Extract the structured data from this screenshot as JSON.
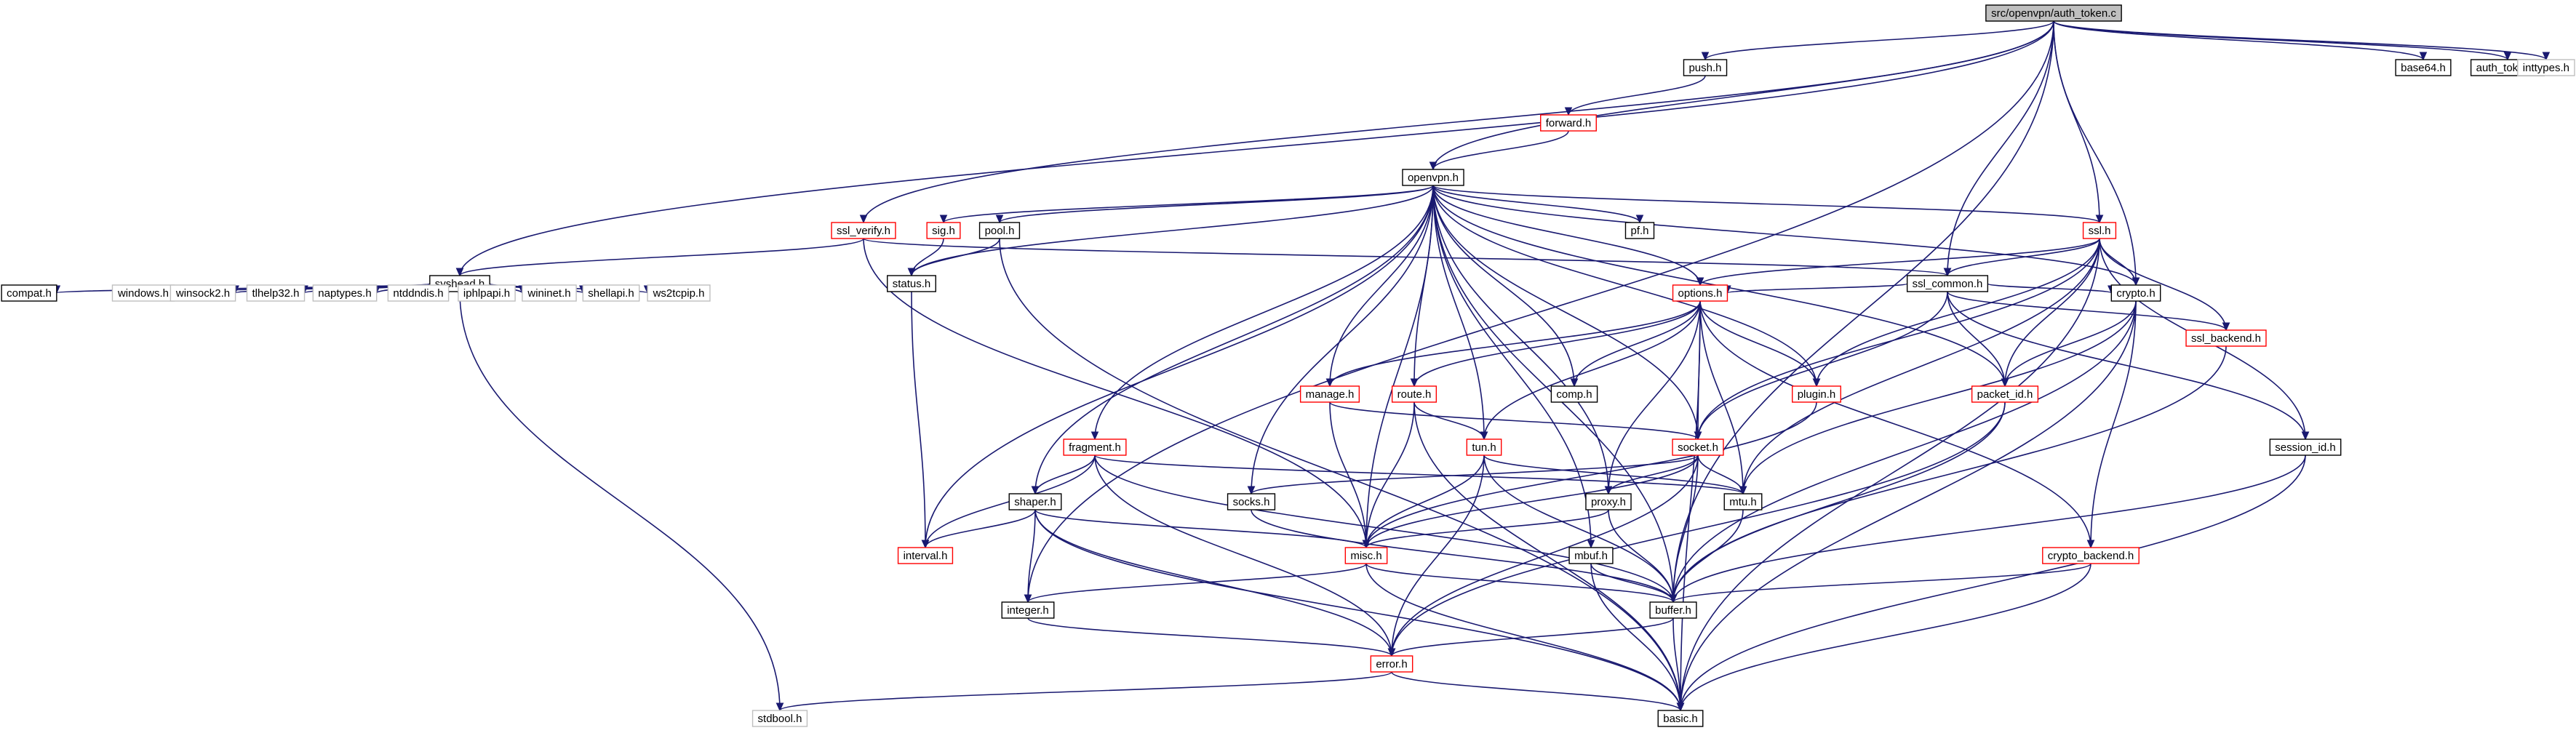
{
  "colors": {
    "edge": "#191970",
    "root_fill": "#bfbfbf",
    "documented_border": "#000000",
    "truncated_border": "#ff0000",
    "external_border": "#bfbfbf",
    "background": "#ffffff"
  },
  "nodes": [
    {
      "id": "auth_token_c",
      "label": "src/openvpn/auth_token.c",
      "kind": "root"
    },
    {
      "id": "push_h",
      "label": "push.h",
      "kind": "documented"
    },
    {
      "id": "base64_h",
      "label": "base64.h",
      "kind": "documented"
    },
    {
      "id": "auth_token_h",
      "label": "auth_token.h",
      "kind": "documented"
    },
    {
      "id": "inttypes_h",
      "label": "inttypes.h",
      "kind": "external"
    },
    {
      "id": "forward_h",
      "label": "forward.h",
      "kind": "truncated"
    },
    {
      "id": "openvpn_h",
      "label": "openvpn.h",
      "kind": "documented"
    },
    {
      "id": "ssl_verify_h",
      "label": "ssl_verify.h",
      "kind": "truncated"
    },
    {
      "id": "sig_h",
      "label": "sig.h",
      "kind": "truncated"
    },
    {
      "id": "pool_h",
      "label": "pool.h",
      "kind": "documented"
    },
    {
      "id": "pf_h",
      "label": "pf.h",
      "kind": "documented"
    },
    {
      "id": "ssl_h",
      "label": "ssl.h",
      "kind": "truncated"
    },
    {
      "id": "syshead_h",
      "label": "syshead.h",
      "kind": "documented"
    },
    {
      "id": "status_h",
      "label": "status.h",
      "kind": "documented"
    },
    {
      "id": "ssl_common_h",
      "label": "ssl_common.h",
      "kind": "documented"
    },
    {
      "id": "compat_h",
      "label": "compat.h",
      "kind": "documented"
    },
    {
      "id": "windows_h",
      "label": "windows.h",
      "kind": "external"
    },
    {
      "id": "winsock2_h",
      "label": "winsock2.h",
      "kind": "external"
    },
    {
      "id": "tlhelp32_h",
      "label": "tlhelp32.h",
      "kind": "external"
    },
    {
      "id": "ntddndis_h",
      "label": "ntddndis.h",
      "kind": "external"
    },
    {
      "id": "iphlpapi_h",
      "label": "iphlpapi.h",
      "kind": "external"
    },
    {
      "id": "wininet_h",
      "label": "wininet.h",
      "kind": "external"
    },
    {
      "id": "shellapi_h",
      "label": "shellapi.h",
      "kind": "external"
    },
    {
      "id": "ws2tcpip_h",
      "label": "ws2tcpip.h",
      "kind": "external"
    },
    {
      "id": "naptypes_h",
      "label": "naptypes.h",
      "kind": "external"
    },
    {
      "id": "options_h",
      "label": "options.h",
      "kind": "truncated"
    },
    {
      "id": "crypto_h",
      "label": "crypto.h",
      "kind": "documented"
    },
    {
      "id": "ssl_backend_h",
      "label": "ssl_backend.h",
      "kind": "truncated"
    },
    {
      "id": "manage_h",
      "label": "manage.h",
      "kind": "truncated"
    },
    {
      "id": "route_h",
      "label": "route.h",
      "kind": "truncated"
    },
    {
      "id": "comp_h",
      "label": "comp.h",
      "kind": "documented"
    },
    {
      "id": "plugin_h",
      "label": "plugin.h",
      "kind": "truncated"
    },
    {
      "id": "packet_id_h",
      "label": "packet_id.h",
      "kind": "truncated"
    },
    {
      "id": "fragment_h",
      "label": "fragment.h",
      "kind": "truncated"
    },
    {
      "id": "tun_h",
      "label": "tun.h",
      "kind": "truncated"
    },
    {
      "id": "socket_h",
      "label": "socket.h",
      "kind": "truncated"
    },
    {
      "id": "session_id_h",
      "label": "session_id.h",
      "kind": "documented"
    },
    {
      "id": "shaper_h",
      "label": "shaper.h",
      "kind": "documented"
    },
    {
      "id": "socks_h",
      "label": "socks.h",
      "kind": "documented"
    },
    {
      "id": "proxy_h",
      "label": "proxy.h",
      "kind": "documented"
    },
    {
      "id": "mtu_h",
      "label": "mtu.h",
      "kind": "documented"
    },
    {
      "id": "interval_h",
      "label": "interval.h",
      "kind": "truncated"
    },
    {
      "id": "misc_h",
      "label": "misc.h",
      "kind": "truncated"
    },
    {
      "id": "mbuf_h",
      "label": "mbuf.h",
      "kind": "documented"
    },
    {
      "id": "crypto_backend_h",
      "label": "crypto_backend.h",
      "kind": "truncated"
    },
    {
      "id": "integer_h",
      "label": "integer.h",
      "kind": "documented"
    },
    {
      "id": "buffer_h",
      "label": "buffer.h",
      "kind": "documented"
    },
    {
      "id": "error_h",
      "label": "error.h",
      "kind": "truncated"
    },
    {
      "id": "stdbool_h",
      "label": "stdbool.h",
      "kind": "external"
    },
    {
      "id": "basic_h",
      "label": "basic.h",
      "kind": "documented"
    }
  ],
  "edges": [
    [
      "auth_token_c",
      "push_h"
    ],
    [
      "auth_token_c",
      "base64_h"
    ],
    [
      "auth_token_c",
      "auth_token_h"
    ],
    [
      "auth_token_c",
      "inttypes_h"
    ],
    [
      "auth_token_c",
      "openvpn_h"
    ],
    [
      "auth_token_c",
      "ssl_verify_h"
    ],
    [
      "auth_token_c",
      "ssl_h"
    ],
    [
      "auth_token_c",
      "syshead_h"
    ],
    [
      "auth_token_c",
      "ssl_common_h"
    ],
    [
      "auth_token_c",
      "crypto_h"
    ],
    [
      "auth_token_c",
      "integer_h"
    ],
    [
      "auth_token_c",
      "buffer_h"
    ],
    [
      "push_h",
      "forward_h"
    ],
    [
      "forward_h",
      "openvpn_h"
    ],
    [
      "openvpn_h",
      "sig_h"
    ],
    [
      "openvpn_h",
      "pool_h"
    ],
    [
      "openvpn_h",
      "pf_h"
    ],
    [
      "openvpn_h",
      "ssl_h"
    ],
    [
      "openvpn_h",
      "status_h"
    ],
    [
      "openvpn_h",
      "options_h"
    ],
    [
      "openvpn_h",
      "manage_h"
    ],
    [
      "openvpn_h",
      "route_h"
    ],
    [
      "openvpn_h",
      "comp_h"
    ],
    [
      "openvpn_h",
      "plugin_h"
    ],
    [
      "openvpn_h",
      "packet_id_h"
    ],
    [
      "openvpn_h",
      "fragment_h"
    ],
    [
      "openvpn_h",
      "tun_h"
    ],
    [
      "openvpn_h",
      "socket_h"
    ],
    [
      "openvpn_h",
      "shaper_h"
    ],
    [
      "openvpn_h",
      "socks_h"
    ],
    [
      "openvpn_h",
      "proxy_h"
    ],
    [
      "openvpn_h",
      "interval_h"
    ],
    [
      "openvpn_h",
      "misc_h"
    ],
    [
      "openvpn_h",
      "mbuf_h"
    ],
    [
      "openvpn_h",
      "crypto_h"
    ],
    [
      "openvpn_h",
      "buffer_h"
    ],
    [
      "ssl_verify_h",
      "syshead_h"
    ],
    [
      "ssl_verify_h",
      "ssl_common_h"
    ],
    [
      "ssl_verify_h",
      "misc_h"
    ],
    [
      "sig_h",
      "status_h"
    ],
    [
      "pool_h",
      "status_h"
    ],
    [
      "pool_h",
      "basic_h"
    ],
    [
      "status_h",
      "interval_h"
    ],
    [
      "ssl_h",
      "ssl_common_h"
    ],
    [
      "ssl_h",
      "options_h"
    ],
    [
      "ssl_h",
      "crypto_h"
    ],
    [
      "ssl_h",
      "ssl_backend_h"
    ],
    [
      "ssl_h",
      "plugin_h"
    ],
    [
      "ssl_h",
      "packet_id_h"
    ],
    [
      "ssl_h",
      "socket_h"
    ],
    [
      "ssl_h",
      "session_id_h"
    ],
    [
      "ssl_h",
      "mtu_h"
    ],
    [
      "ssl_h",
      "basic_h"
    ],
    [
      "syshead_h",
      "compat_h"
    ],
    [
      "syshead_h",
      "windows_h"
    ],
    [
      "syshead_h",
      "winsock2_h"
    ],
    [
      "syshead_h",
      "tlhelp32_h"
    ],
    [
      "syshead_h",
      "naptypes_h"
    ],
    [
      "syshead_h",
      "ntddndis_h"
    ],
    [
      "syshead_h",
      "iphlpapi_h"
    ],
    [
      "syshead_h",
      "wininet_h"
    ],
    [
      "syshead_h",
      "shellapi_h"
    ],
    [
      "syshead_h",
      "ws2tcpip_h"
    ],
    [
      "syshead_h",
      "stdbool_h"
    ],
    [
      "ssl_common_h",
      "options_h"
    ],
    [
      "ssl_common_h",
      "crypto_h"
    ],
    [
      "ssl_common_h",
      "ssl_backend_h"
    ],
    [
      "ssl_common_h",
      "packet_id_h"
    ],
    [
      "ssl_common_h",
      "socket_h"
    ],
    [
      "ssl_common_h",
      "session_id_h"
    ],
    [
      "options_h",
      "manage_h"
    ],
    [
      "options_h",
      "route_h"
    ],
    [
      "options_h",
      "comp_h"
    ],
    [
      "options_h",
      "plugin_h"
    ],
    [
      "options_h",
      "tun_h"
    ],
    [
      "options_h",
      "socket_h"
    ],
    [
      "options_h",
      "proxy_h"
    ],
    [
      "options_h",
      "mtu_h"
    ],
    [
      "options_h",
      "crypto_backend_h"
    ],
    [
      "options_h",
      "basic_h"
    ],
    [
      "crypto_h",
      "packet_id_h"
    ],
    [
      "crypto_h",
      "crypto_backend_h"
    ],
    [
      "crypto_h",
      "mtu_h"
    ],
    [
      "crypto_h",
      "basic_h"
    ],
    [
      "crypto_h",
      "buffer_h"
    ],
    [
      "ssl_backend_h",
      "buffer_h"
    ],
    [
      "manage_h",
      "socket_h"
    ],
    [
      "manage_h",
      "misc_h"
    ],
    [
      "route_h",
      "tun_h"
    ],
    [
      "route_h",
      "misc_h"
    ],
    [
      "route_h",
      "basic_h"
    ],
    [
      "plugin_h",
      "misc_h"
    ],
    [
      "packet_id_h",
      "buffer_h"
    ],
    [
      "packet_id_h",
      "error_h"
    ],
    [
      "fragment_h",
      "shaper_h"
    ],
    [
      "fragment_h",
      "mtu_h"
    ],
    [
      "fragment_h",
      "interval_h"
    ],
    [
      "fragment_h",
      "error_h"
    ],
    [
      "fragment_h",
      "buffer_h"
    ],
    [
      "tun_h",
      "misc_h"
    ],
    [
      "tun_h",
      "mtu_h"
    ],
    [
      "tun_h",
      "error_h"
    ],
    [
      "tun_h",
      "buffer_h"
    ],
    [
      "socket_h",
      "socks_h"
    ],
    [
      "socket_h",
      "proxy_h"
    ],
    [
      "socket_h",
      "mtu_h"
    ],
    [
      "socket_h",
      "misc_h"
    ],
    [
      "socket_h",
      "error_h"
    ],
    [
      "socket_h",
      "buffer_h"
    ],
    [
      "session_id_h",
      "buffer_h"
    ],
    [
      "session_id_h",
      "basic_h"
    ],
    [
      "shaper_h",
      "interval_h"
    ],
    [
      "shaper_h",
      "integer_h"
    ],
    [
      "shaper_h",
      "misc_h"
    ],
    [
      "shaper_h",
      "error_h"
    ],
    [
      "shaper_h",
      "basic_h"
    ],
    [
      "socks_h",
      "buffer_h"
    ],
    [
      "proxy_h",
      "misc_h"
    ],
    [
      "proxy_h",
      "buffer_h"
    ],
    [
      "mtu_h",
      "buffer_h"
    ],
    [
      "misc_h",
      "integer_h"
    ],
    [
      "misc_h",
      "buffer_h"
    ],
    [
      "misc_h",
      "basic_h"
    ],
    [
      "mbuf_h",
      "buffer_h"
    ],
    [
      "mbuf_h",
      "basic_h"
    ],
    [
      "crypto_backend_h",
      "buffer_h"
    ],
    [
      "crypto_backend_h",
      "basic_h"
    ],
    [
      "integer_h",
      "error_h"
    ],
    [
      "buffer_h",
      "error_h"
    ],
    [
      "buffer_h",
      "basic_h"
    ],
    [
      "error_h",
      "stdbool_h"
    ],
    [
      "error_h",
      "basic_h"
    ]
  ]
}
